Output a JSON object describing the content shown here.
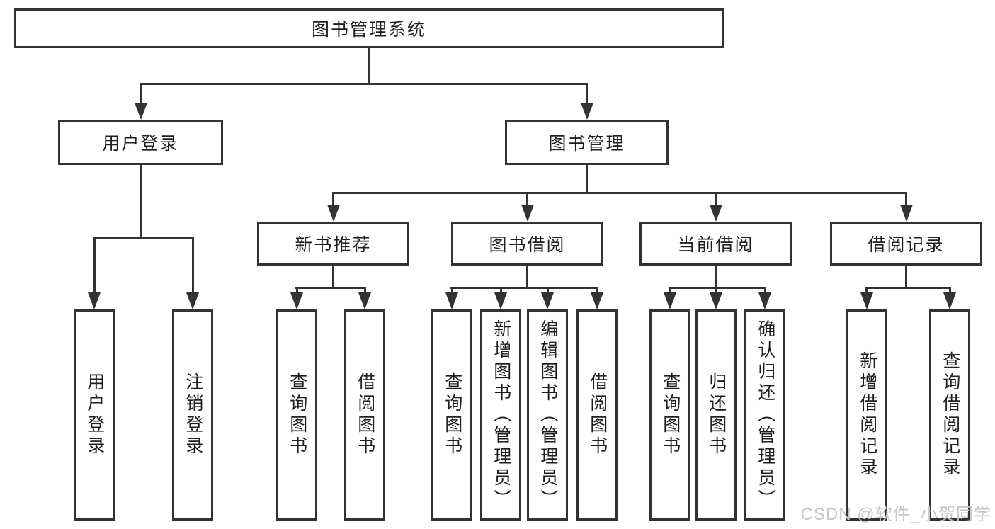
{
  "colors": {
    "line": "#333333",
    "text": "#1f1f1f",
    "watermark": "#c6c6c6",
    "canvas": "#ffffff"
  },
  "watermark": "CSDN @软件_小贺同学",
  "tree": {
    "root": {
      "label": "图书管理系统",
      "children": [
        {
          "label": "用户登录",
          "children": [
            {
              "label": "用户登录"
            },
            {
              "label": "注销登录"
            }
          ]
        },
        {
          "label": "图书管理",
          "children": [
            {
              "label": "新书推荐",
              "children": [
                {
                  "label": "查询图书"
                },
                {
                  "label": "借阅图书"
                }
              ]
            },
            {
              "label": "图书借阅",
              "children": [
                {
                  "label": "查询图书"
                },
                {
                  "label": "新增图书（管理员）"
                },
                {
                  "label": "编辑图书（管理员）"
                },
                {
                  "label": "借阅图书"
                }
              ]
            },
            {
              "label": "当前借阅",
              "children": [
                {
                  "label": "查询图书"
                },
                {
                  "label": "归还图书"
                },
                {
                  "label": "确认归还（管理员）"
                }
              ]
            },
            {
              "label": "借阅记录",
              "children": [
                {
                  "label": "新增借阅记录"
                },
                {
                  "label": "查询借阅记录"
                }
              ]
            }
          ]
        }
      ]
    }
  }
}
